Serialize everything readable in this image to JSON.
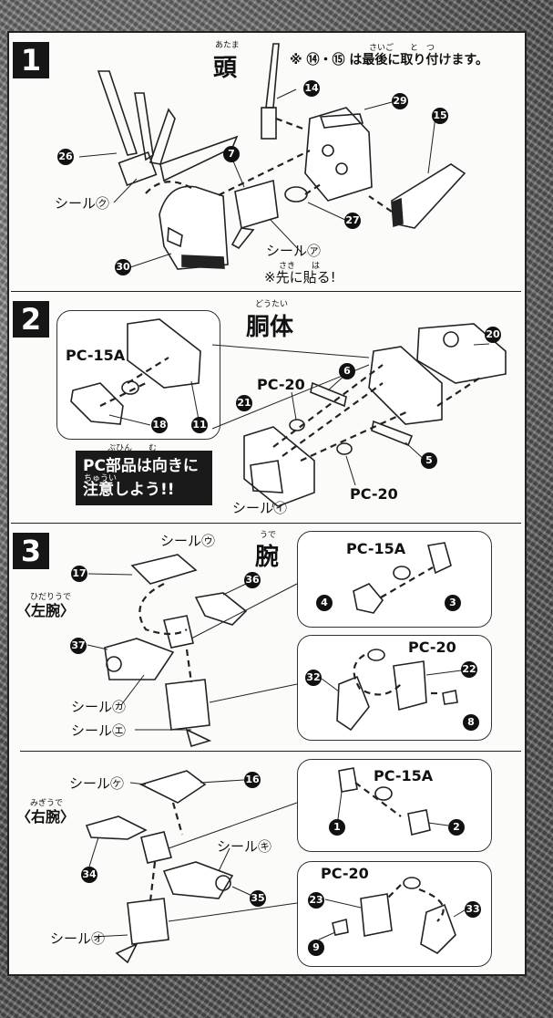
{
  "steps": [
    {
      "number": "1",
      "title": "頭",
      "ruby": "あたま"
    },
    {
      "number": "2",
      "title": "胴体",
      "ruby": "どうたい"
    },
    {
      "number": "3",
      "title": "腕",
      "ruby": "うで"
    }
  ],
  "step1": {
    "note": "※ ⑭・⑮ は最後に取り付けます。",
    "note_ruby": "さいご　　と　つ",
    "parts": {
      "p26": "26",
      "p14": "14",
      "p29": "29",
      "p15": "15",
      "p7": "7",
      "p27": "27",
      "p30": "30"
    },
    "seal_ku": "シール㋗",
    "seal_a": "シール㋐",
    "pre_apply": "※先に貼る!",
    "pre_apply_ruby": "さき　　は"
  },
  "step2": {
    "pc15a": "PC-15A",
    "pc20a": "PC-20",
    "pc20b": "PC-20",
    "parts": {
      "p20": "20",
      "p6": "6",
      "p18": "18",
      "p11": "11",
      "p21": "21",
      "p5": "5"
    },
    "seal_i": "シール㋑",
    "pc_note_line1": "PC部品は向きに",
    "pc_note_line2": "注意しよう!!",
    "pc_note_ruby1": "ぶひん　　む",
    "pc_note_ruby2": "ちゅうい"
  },
  "step3_left": {
    "label": "〈左腕〉",
    "label_ruby": "ひだりうで",
    "seal_u": "シール㋒",
    "seal_ka": "シール㋕",
    "seal_e": "シール㋓",
    "pc15a": "PC-15A",
    "pc20": "PC-20",
    "parts": {
      "p17": "17",
      "p36": "36",
      "p37": "37",
      "p4": "4",
      "p3": "3",
      "p32": "32",
      "p22": "22",
      "p8": "8"
    }
  },
  "step3_right": {
    "label": "〈右腕〉",
    "label_ruby": "みぎうで",
    "seal_ke": "シール㋘",
    "seal_ki": "シール㋖",
    "seal_o": "シール㋔",
    "pc15a": "PC-15A",
    "pc20": "PC-20",
    "parts": {
      "p16": "16",
      "p34": "34",
      "p35": "35",
      "p1": "1",
      "p2": "2",
      "p23": "23",
      "p9": "9",
      "p33": "33"
    }
  }
}
